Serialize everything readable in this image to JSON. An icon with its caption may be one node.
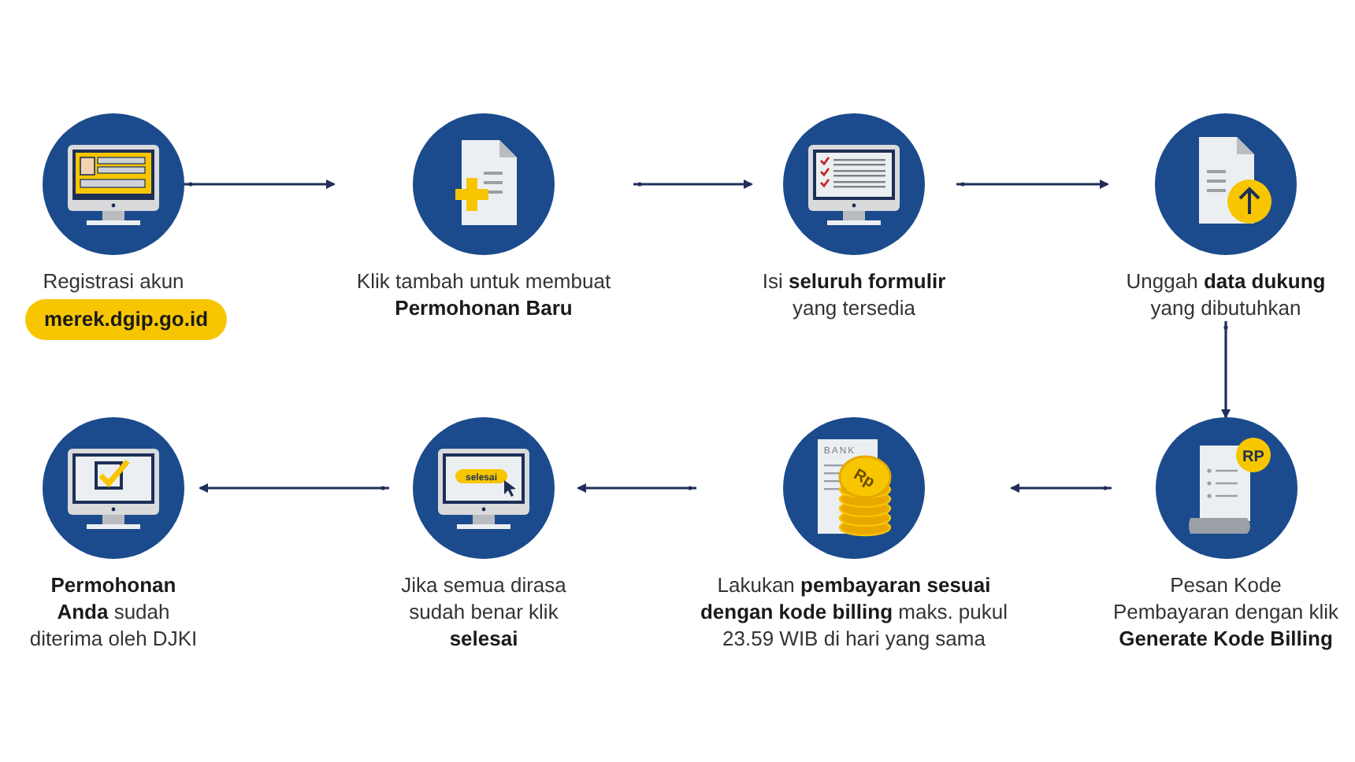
{
  "diagram": {
    "nodes": [
      {
        "text": [],
        "shape": "circle",
        "beside": [
          "Registrasi akun"
        ]
      },
      {
        "text": [
          "merek.dgip.go.id"
        ]
      },
      {
        "text": [],
        "shape": "circle",
        "beside": [
          "Klik tambah untuk membuat **Permohonan Baru**"
        ]
      },
      {
        "text": [],
        "shape": "circle",
        "beside": [
          "Isi **seluruh formulir** yang tersedia"
        ]
      },
      {
        "text": [],
        "shape": "circle",
        "beside": [
          "Unggah **data dukung** yang dibutuhkan"
        ]
      },
      {
        "text": [],
        "shape": "circle",
        "beside": [
          "**Permohonan Anda** sudah diterima oleh DJKI"
        ]
      },
      {
        "text": [],
        "shape": "circle",
        "beside": [
          "Jika semua dirasa sudah benar klik **selesai**"
        ]
      },
      {
        "text": [],
        "shape": "circle",
        "beside": [
          "Lakukan **pembayaran sesuai dengan kode billing** maks. pukul 23.59 WIB di hari yang sama"
        ]
      },
      {
        "text": [],
        "shape": "circle",
        "beside": [
          "Pesan Kode Pembayaran dengan klik **Generate Kode Billing**"
        ]
      }
    ],
    "edges": [
      {
        "from": 0,
        "to": 2,
        "arrow": "to"
      },
      {
        "from": 2,
        "to": 3,
        "arrow": "to"
      },
      {
        "from": 3,
        "to": 4,
        "arrow": "to"
      },
      {
        "from": 4,
        "to": 8,
        "arrow": "to"
      },
      {
        "from": 8,
        "to": 7,
        "arrow": "to"
      },
      {
        "from": 7,
        "to": 6,
        "arrow": "to"
      },
      {
        "from": 6,
        "to": 5,
        "arrow": "to"
      }
    ],
    "labels": [
      "selesai",
      "BANK",
      "Rp",
      "RP"
    ]
  }
}
